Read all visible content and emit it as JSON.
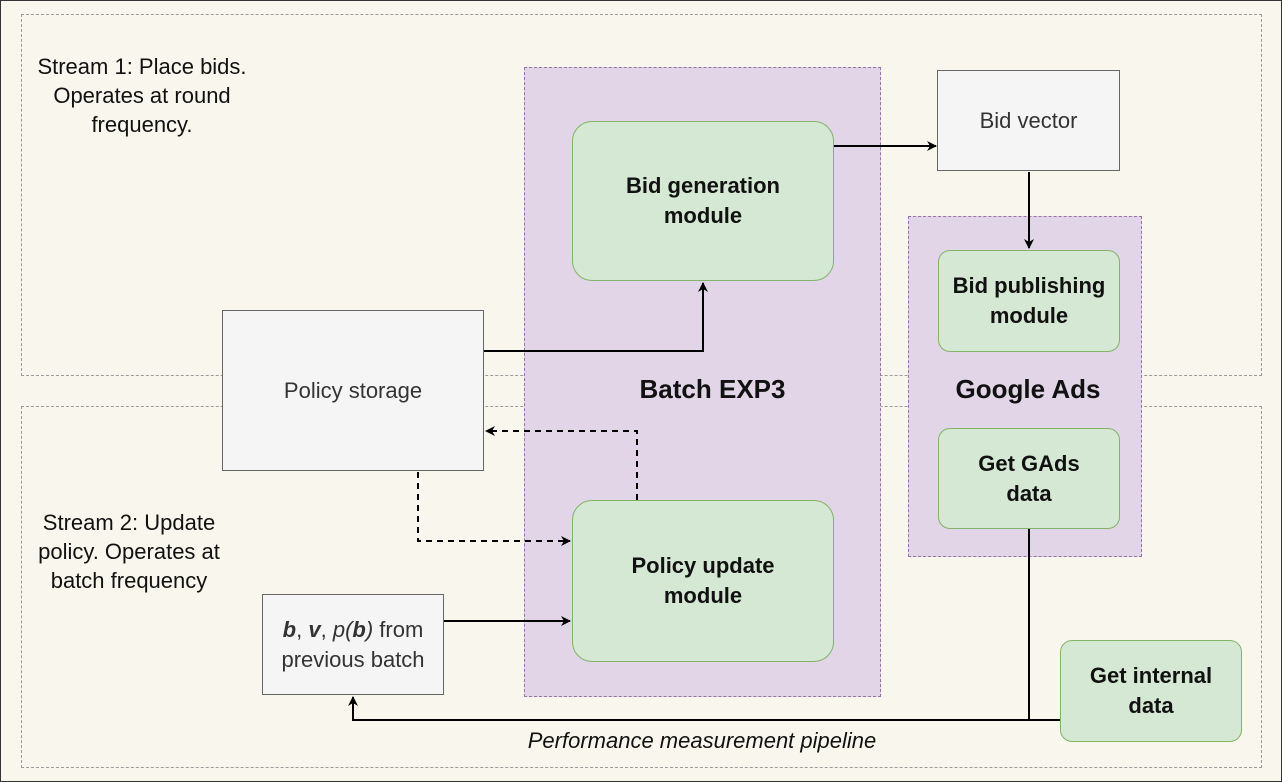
{
  "streams": {
    "stream1_text": "Stream 1: Place bids.\nOperates at round\nfrequency.",
    "stream2_text": "Stream 2: Update\npolicy. Operates at\nbatch frequency"
  },
  "groups": {
    "batch_exp3": "Batch EXP3",
    "google_ads": "Google Ads"
  },
  "nodes": {
    "bid_generation": "Bid generation\nmodule",
    "bid_vector": "Bid vector",
    "bid_publishing": "Bid publishing\nmodule",
    "policy_storage": "Policy storage",
    "policy_update": "Policy update\nmodule",
    "get_gads_data": "Get GAds\ndata",
    "get_internal_data": "Get internal\ndata",
    "prev_batch": {
      "b": "b",
      "sep1": ", ",
      "v": "v",
      "sep2": ", ",
      "p_open": "p(",
      "p_b": "b",
      "p_close": ")",
      "tail": " from",
      "line2": "previous batch"
    }
  },
  "edges": {
    "pipeline_label": "Performance measurement pipeline"
  },
  "colors": {
    "background": "#f9f7ed",
    "purple_fill": "#e1d5e7",
    "purple_stroke": "#9673a6",
    "green_fill": "#d5e8d4",
    "green_stroke": "#82b366",
    "gray_fill": "#f5f5f5",
    "gray_stroke": "#666666"
  }
}
